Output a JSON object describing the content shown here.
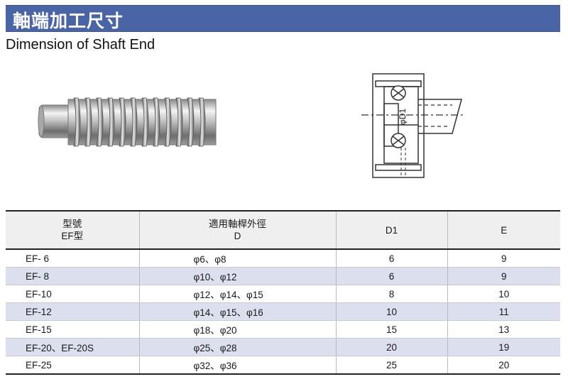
{
  "header": {
    "title": "軸端加工尺寸",
    "subtitle": "Dimension of Shaft End"
  },
  "drawing": {
    "label": "φD1"
  },
  "table": {
    "headers": {
      "model": [
        "型號",
        "EF型"
      ],
      "diameter": [
        "適用軸桿外徑",
        "D"
      ],
      "d1": "D1",
      "e": "E"
    },
    "rows": [
      {
        "model": "EF- 6",
        "diameter": "φ6、φ8",
        "d1": "6",
        "e": "9"
      },
      {
        "model": "EF- 8",
        "diameter": "φ10、φ12",
        "d1": "6",
        "e": "9"
      },
      {
        "model": "EF-10",
        "diameter": "φ12、φ14、φ15",
        "d1": "8",
        "e": "10"
      },
      {
        "model": "EF-12",
        "diameter": "φ14、φ15、φ16",
        "d1": "10",
        "e": "11"
      },
      {
        "model": "EF-15",
        "diameter": "φ18、φ20",
        "d1": "15",
        "e": "13"
      },
      {
        "model": "EF-20、EF-20S",
        "diameter": "φ25、φ28",
        "d1": "20",
        "e": "19"
      },
      {
        "model": "EF-25",
        "diameter": "φ32、φ36",
        "d1": "25",
        "e": "20"
      }
    ]
  },
  "colors": {
    "title_bar": "#4a65a5",
    "row_alt": "#dcdfee",
    "header_bg": "#efefef"
  }
}
